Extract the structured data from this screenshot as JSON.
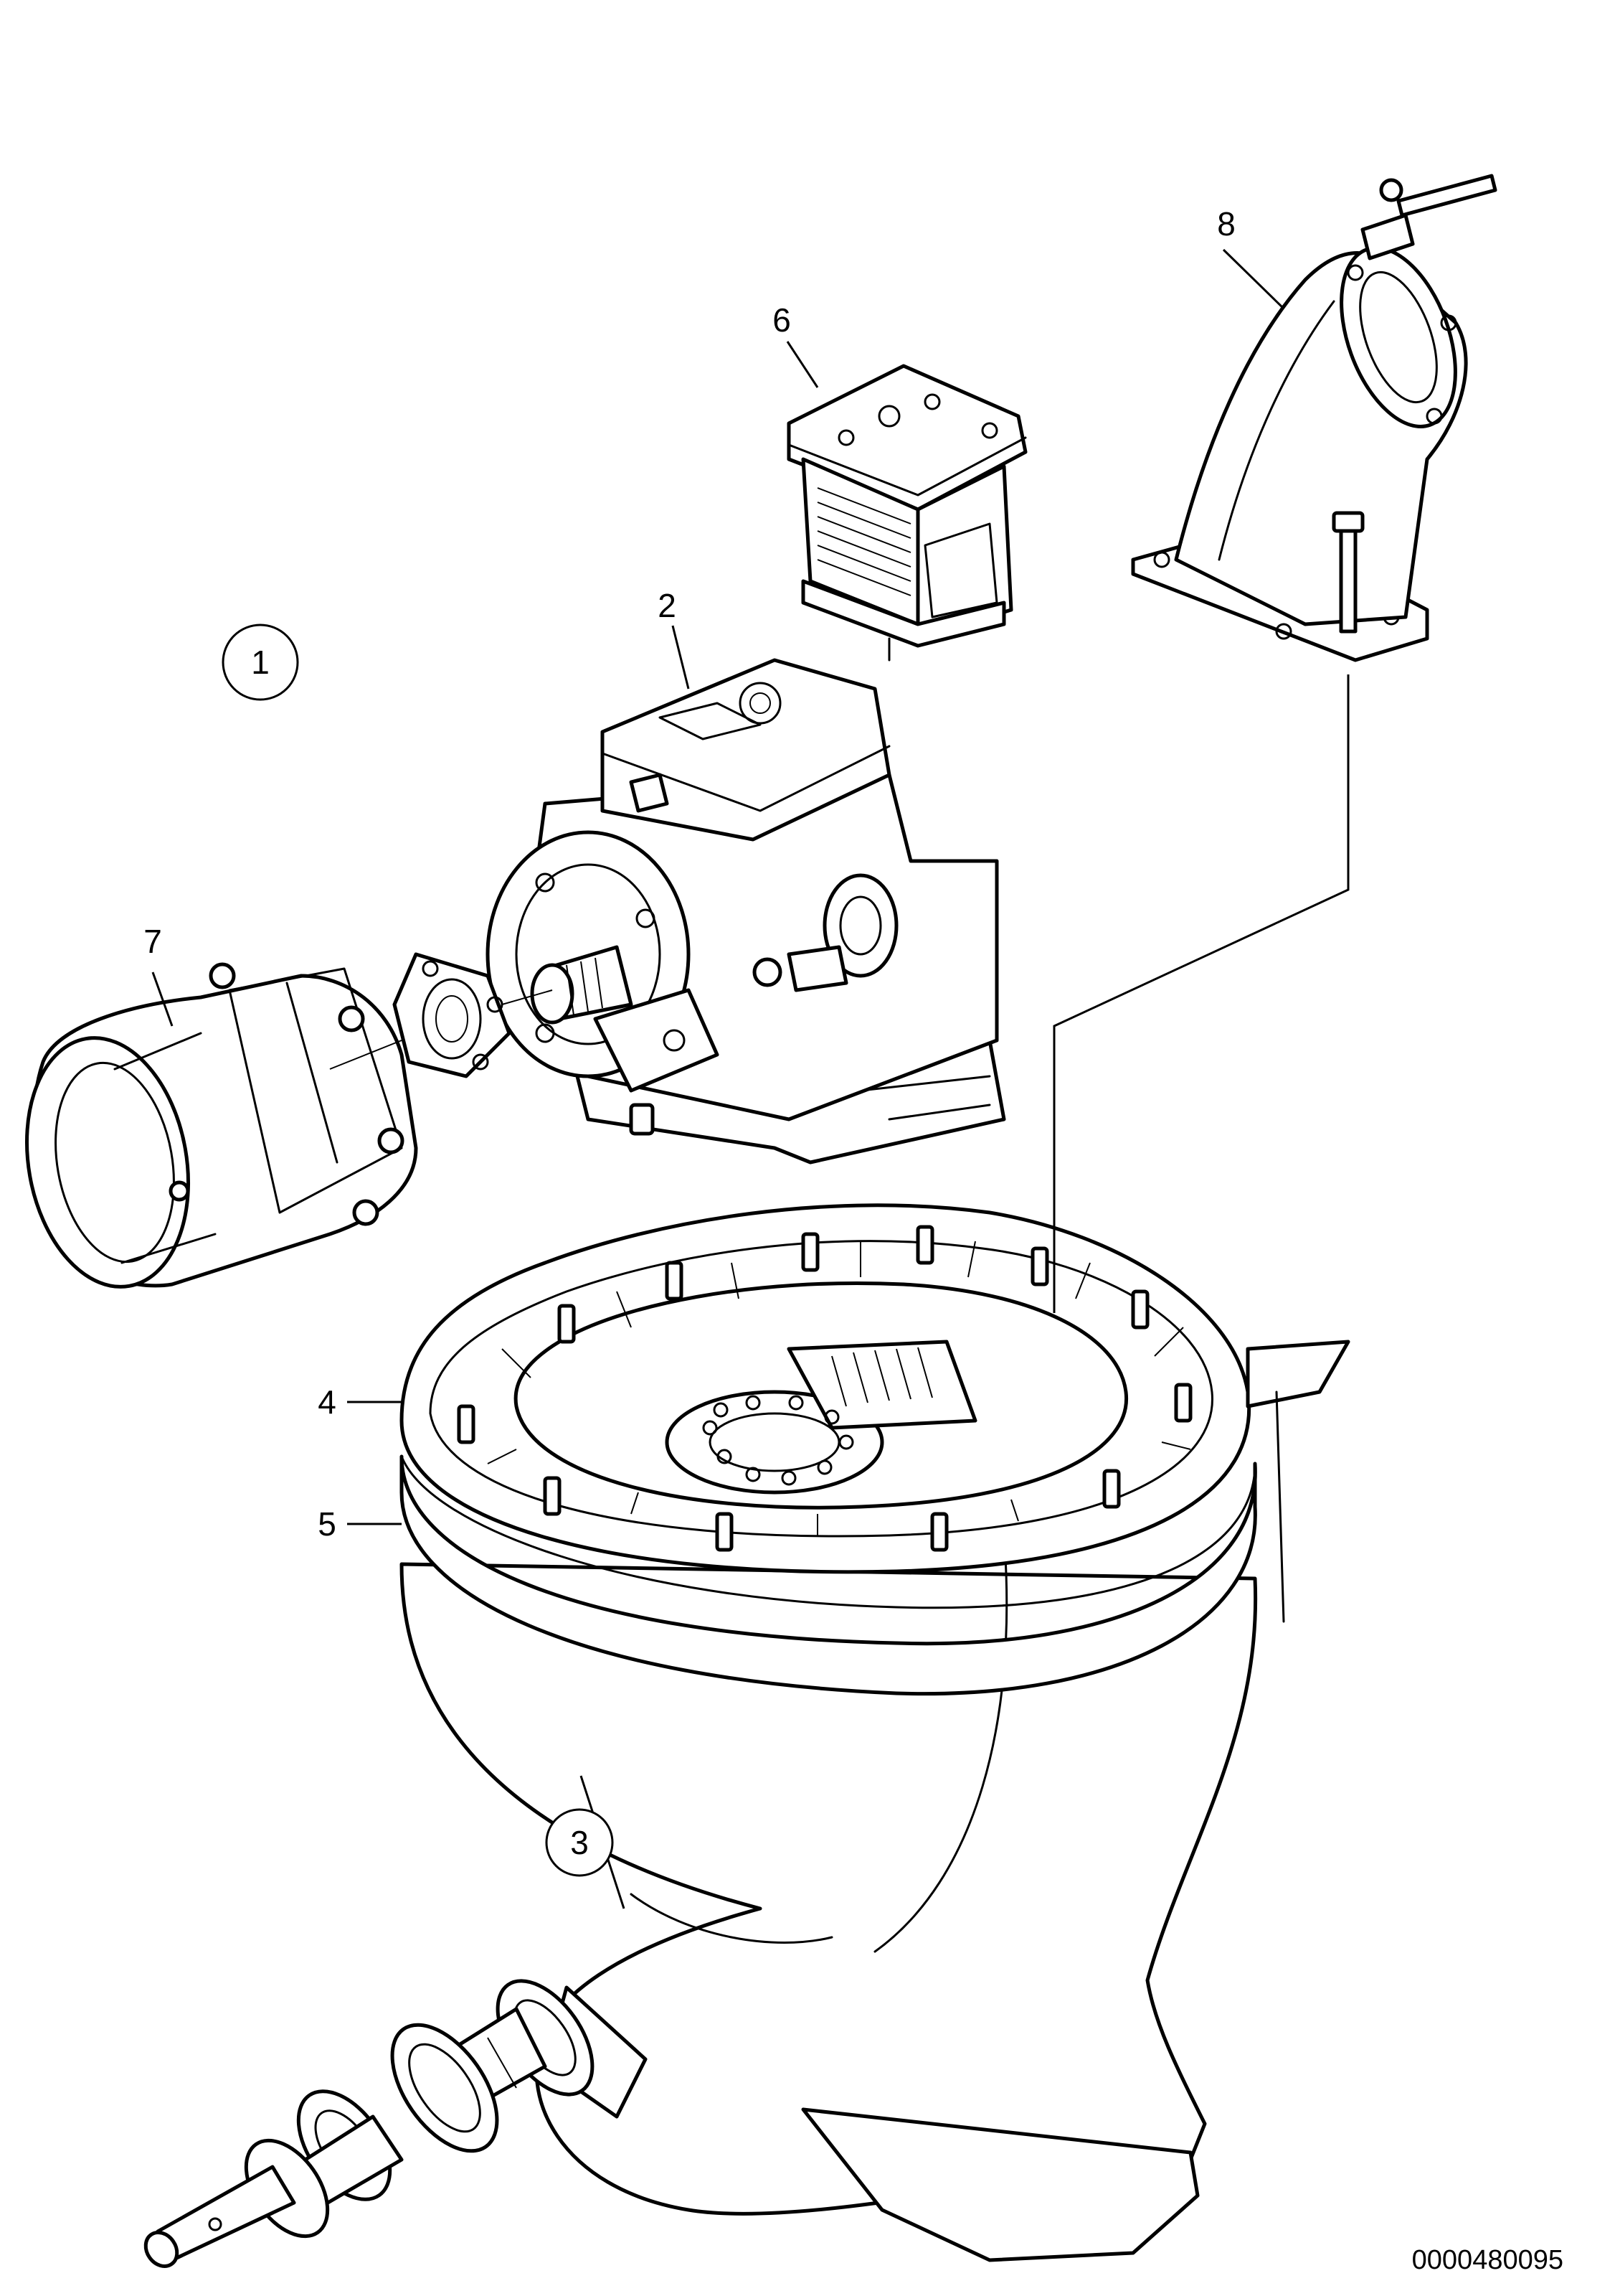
{
  "callouts": {
    "c1": "1",
    "c2": "2",
    "c3": "3",
    "c4": "4",
    "c5": "5",
    "c6": "6",
    "c7": "7",
    "c8": "8"
  },
  "reference_code": "0000480095"
}
